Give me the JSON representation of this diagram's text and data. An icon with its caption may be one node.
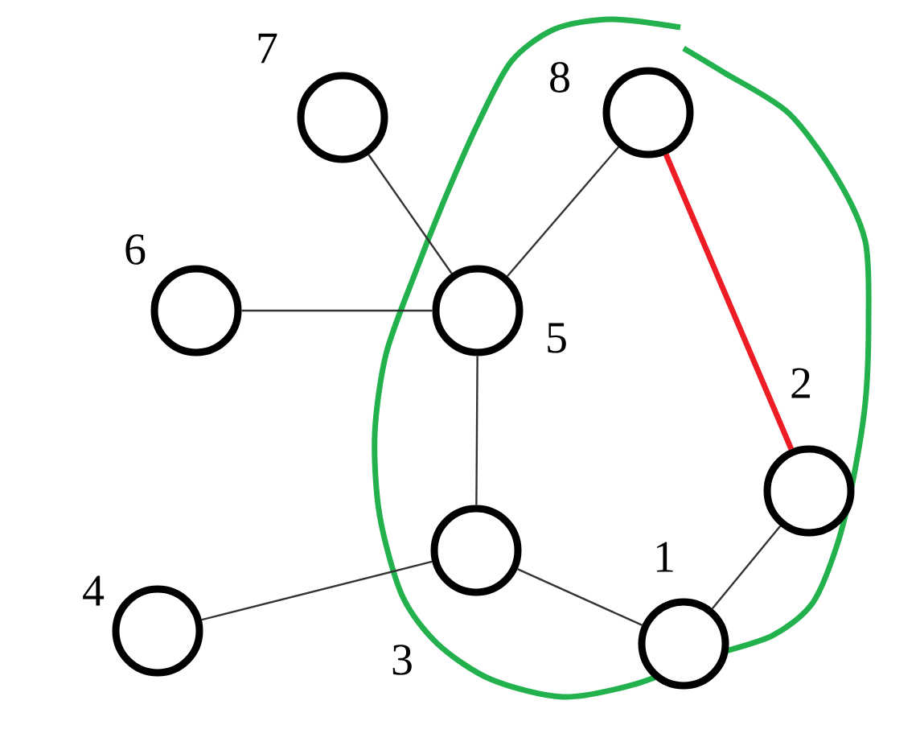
{
  "diagram": {
    "nodes": [
      {
        "text": [],
        "shape": "circle",
        "beside": [
          "1"
        ]
      },
      {
        "text": [],
        "shape": "circle",
        "beside": [
          "2"
        ]
      },
      {
        "text": [],
        "shape": "circle",
        "beside": [
          "3"
        ]
      },
      {
        "text": [],
        "shape": "circle",
        "beside": [
          "4"
        ]
      },
      {
        "text": [],
        "shape": "circle",
        "beside": [
          "5"
        ]
      },
      {
        "text": [],
        "shape": "circle",
        "beside": [
          "6"
        ]
      },
      {
        "text": [],
        "shape": "circle",
        "beside": [
          "7"
        ]
      },
      {
        "text": [],
        "shape": "circle",
        "beside": [
          "8"
        ]
      }
    ],
    "edges": [
      {
        "from": 6,
        "to": 4,
        "arrow": "none"
      },
      {
        "from": 5,
        "to": 4,
        "arrow": "none"
      },
      {
        "from": 7,
        "to": 4,
        "arrow": "none"
      },
      {
        "from": 4,
        "to": 2,
        "arrow": "none"
      },
      {
        "from": 3,
        "to": 2,
        "arrow": "none"
      },
      {
        "from": 2,
        "to": 0,
        "arrow": "none"
      },
      {
        "from": 0,
        "to": 1,
        "arrow": "none"
      },
      {
        "from": 7,
        "to": 1,
        "arrow": "none",
        "style": "thick",
        "color": "#ee1c25"
      }
    ]
  }
}
